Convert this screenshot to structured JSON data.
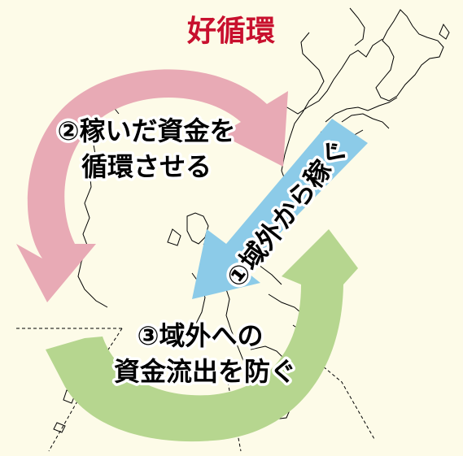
{
  "title": "好循環",
  "colors": {
    "background": "#fdfbe8",
    "title": "#c8102e",
    "pink_arrow": "#e8aab5",
    "blue_arrow": "#8ccbe8",
    "green_arrow": "#b6d68f",
    "map_line": "#000000"
  },
  "steps": [
    {
      "line1": "②稼いだ資金を",
      "line2": "循環させる"
    },
    {
      "line1": "①域外から稼ぐ"
    },
    {
      "line1": "③域外への",
      "line2": "資金流出を防ぐ"
    }
  ]
}
